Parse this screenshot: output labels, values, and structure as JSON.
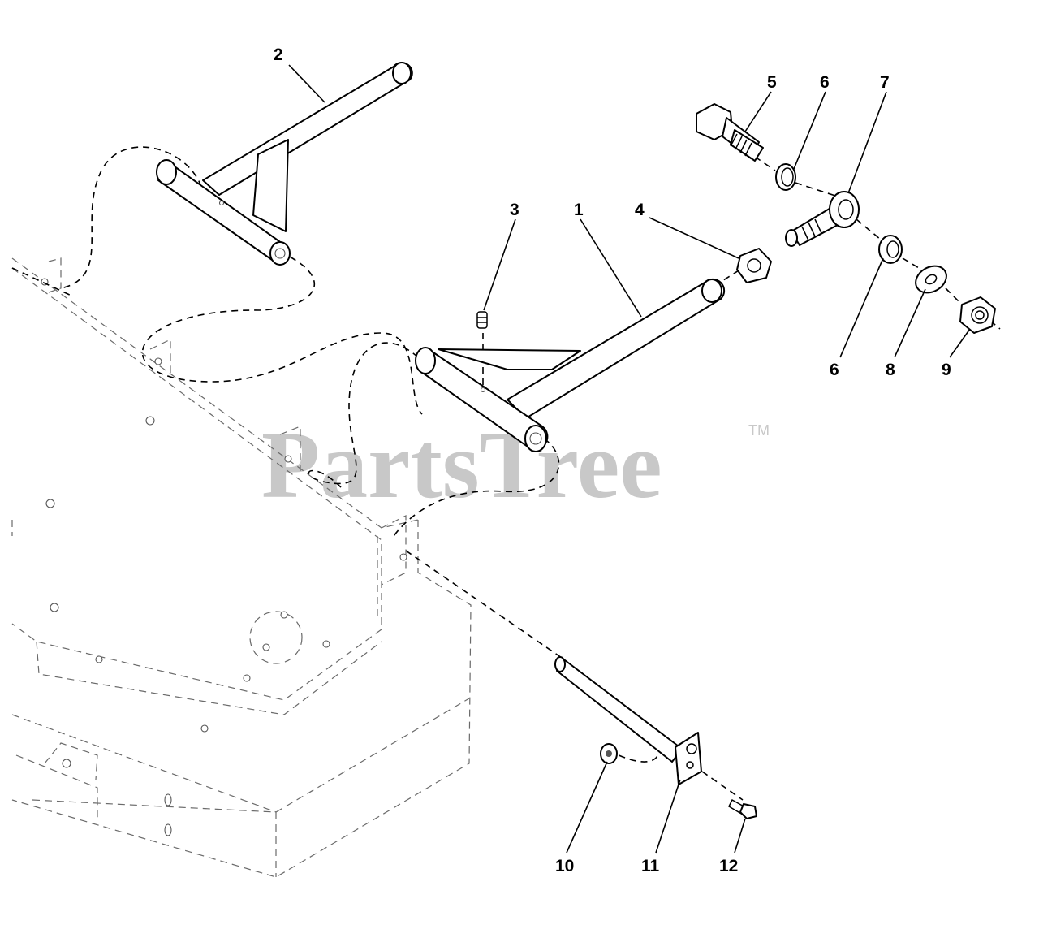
{
  "watermark": {
    "text": "PartsTree",
    "trademark": "TM"
  },
  "callouts": [
    {
      "id": "c1",
      "label": "1"
    },
    {
      "id": "c2",
      "label": "2"
    },
    {
      "id": "c3",
      "label": "3"
    },
    {
      "id": "c4",
      "label": "4"
    },
    {
      "id": "c5",
      "label": "5"
    },
    {
      "id": "c6a",
      "label": "6"
    },
    {
      "id": "c7",
      "label": "7"
    },
    {
      "id": "c6b",
      "label": "6"
    },
    {
      "id": "c8",
      "label": "8"
    },
    {
      "id": "c9",
      "label": "9"
    },
    {
      "id": "c10",
      "label": "10"
    },
    {
      "id": "c11",
      "label": "11"
    },
    {
      "id": "c12",
      "label": "12"
    }
  ]
}
